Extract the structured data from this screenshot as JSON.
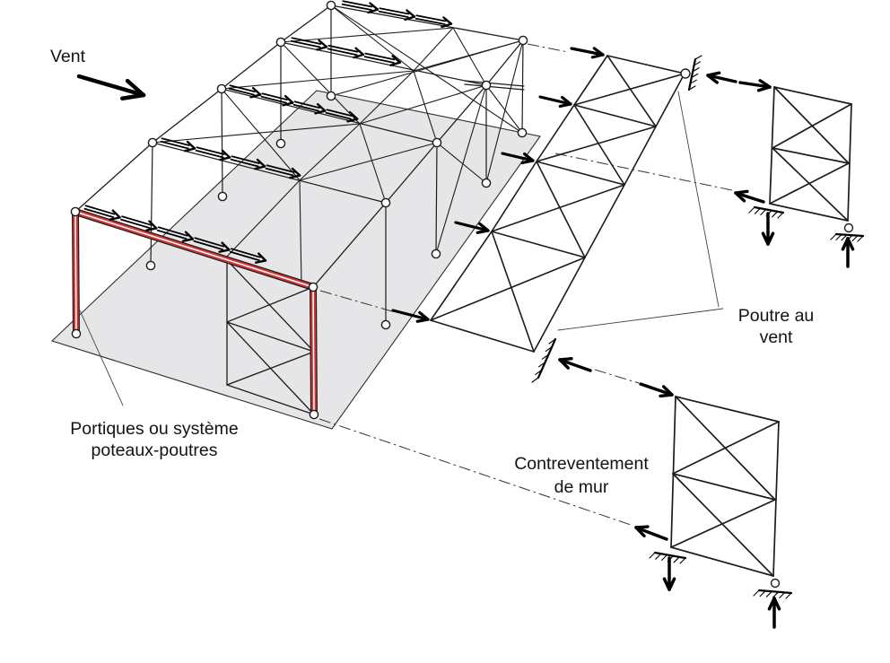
{
  "figure": {
    "type": "structural-bracing-isometric-diagram",
    "labels": {
      "wind": "Vent",
      "portal_line1": "Portiques ou système",
      "portal_line2": "poteaux-poutres",
      "wind_girder_line1": "Poutre au",
      "wind_girder_line2": "vent",
      "wall_bracing_line1": "Contreventement",
      "wall_bracing_line2": "de mur"
    },
    "colors": {
      "background": "#ffffff",
      "line_black": "#1c1c1c",
      "arrow_black": "#000000",
      "highlight_red": "#d23535",
      "floor_gray": "#e6e6e8",
      "leader_gray": "#444444"
    }
  }
}
